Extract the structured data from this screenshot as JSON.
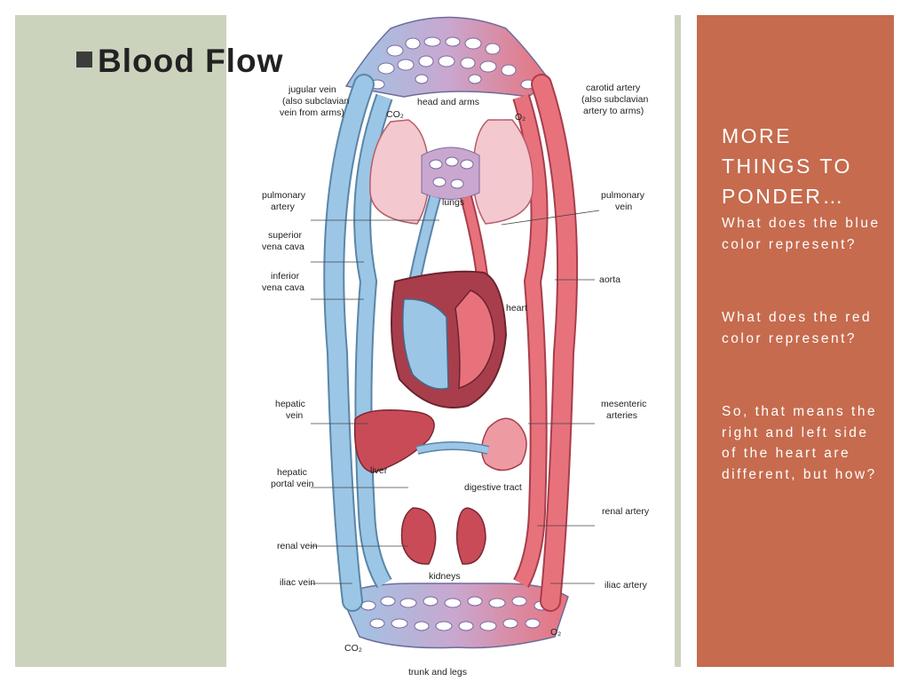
{
  "slide": {
    "title": "Blood Flow",
    "sidebar": {
      "heading": "MORE THINGS TO PONDER…",
      "questions": [
        "What does the blue color represent?",
        "What does the red color represent?",
        "So, that means the right and left side of the heart are different, but how?"
      ]
    }
  },
  "diagram": {
    "labels": {
      "jugular_vein": [
        "jugular vein",
        "(also subclavian",
        "vein from arms)"
      ],
      "head_and_arms": "head and arms",
      "carotid_artery": [
        "carotid artery",
        "(also subclavian",
        "artery to arms)"
      ],
      "co2_top": "CO₂",
      "o2_top": "O₂",
      "pulmonary_artery": [
        "pulmonary",
        "artery"
      ],
      "lungs": "lungs",
      "pulmonary_vein": [
        "pulmonary",
        "vein"
      ],
      "superior_vena_cava": [
        "superior",
        "vena cava"
      ],
      "inferior_vena_cava": [
        "inferior",
        "vena cava"
      ],
      "aorta": "aorta",
      "heart": "heart",
      "hepatic_vein": [
        "hepatic",
        "vein"
      ],
      "mesenteric_arteries": [
        "mesenteric",
        "arteries"
      ],
      "liver": "liver",
      "hepatic_portal_vein": [
        "hepatic",
        "portal vein"
      ],
      "digestive_tract": "digestive tract",
      "renal_artery": "renal artery",
      "renal_vein": "renal vein",
      "kidneys": "kidneys",
      "iliac_vein": "iliac vein",
      "iliac_artery": "iliac artery",
      "co2_bottom": "CO₂",
      "o2_bottom": "O₂",
      "trunk_and_legs": "trunk and legs"
    },
    "colors": {
      "deoxygenated": "#9cc6e6",
      "oxygenated": "#e8727c",
      "organ_red": "#c94b57",
      "lung_pink": "#f3c8cf"
    }
  }
}
